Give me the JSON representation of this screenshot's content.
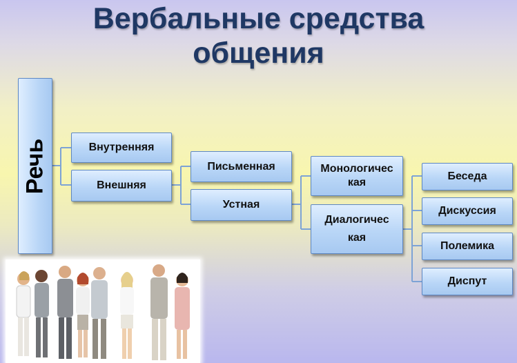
{
  "title": {
    "line1": "Вербальные средства",
    "line2": "общения"
  },
  "root": "Речь",
  "level1": [
    "Внутренняя",
    "Внешняя"
  ],
  "level2": [
    "Письменная",
    "Устная"
  ],
  "level3": {
    "mono_line1": "Монологичес",
    "mono_line2": "кая",
    "dia_line1": "Диалогичес",
    "dia_line2": "кая"
  },
  "level4": [
    "Беседа",
    "Дискуссия",
    "Полемика",
    "Диспут"
  ],
  "colors": {
    "title": "#1f3864",
    "box_fill": "#b9d6f7",
    "box_border": "#5d87c2",
    "connector": "#7da3d6"
  },
  "photo": {
    "subject": "people-group-illustration"
  }
}
